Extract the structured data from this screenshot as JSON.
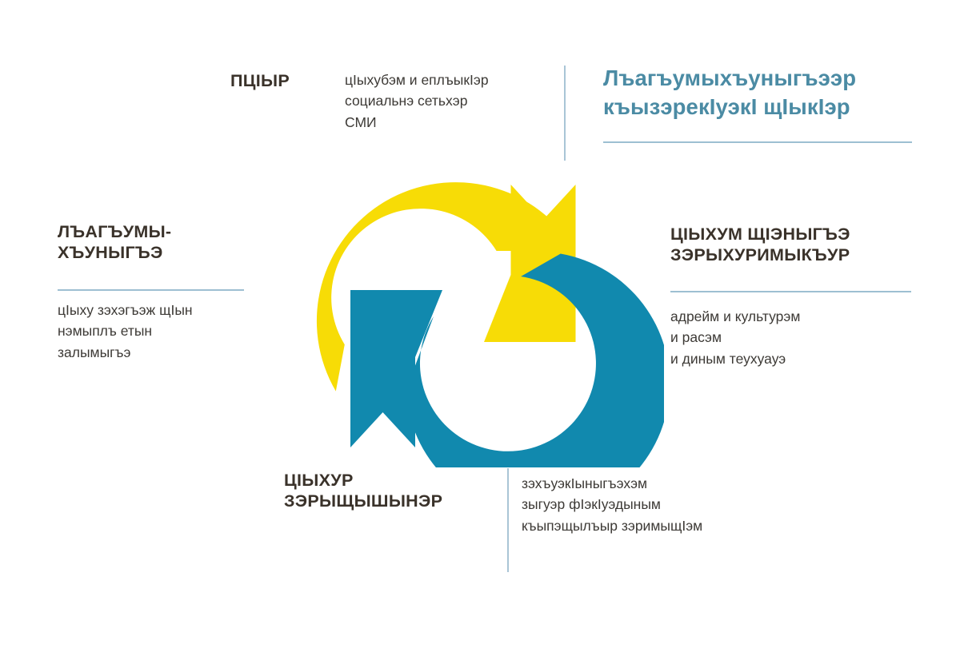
{
  "title": {
    "text": "Лъагъумыхъуныгъээр\nкъызэрекIуэкI щIыкIэр",
    "color": "#4b8ba4"
  },
  "blocks": {
    "top": {
      "heading": "ПЦIЫР",
      "body": "цIыхубэм и еплъыкIэр\nсоциальнэ сетьхэр\nСМИ"
    },
    "left": {
      "heading": "ЛЪАГЪУМЫ-\nХЪУНЫГЪЭ",
      "body": "цIыху зэхэгъэж щIын\nнэмыплъ етын\nзалымыгъэ"
    },
    "right": {
      "heading": "ЦIЫХУМ ЩIЭНЫГЪЭ\nЗЭРЫХУРИМЫКЪУР",
      "body": "адрейм и культурэм\nи расэм\nи диным теухуауэ"
    },
    "bottom": {
      "heading": "ЦIЫХУР\nЗЭРЫЩЫШЫНЭР",
      "body": "зэхъуэкIыныгъэхэм\nзыгуэр фIэкIуэдыным\nкъыпэщылъыр зэримыщIэм"
    }
  },
  "diagram": {
    "type": "cycle",
    "name": "two-arrow-circular-cycle",
    "arrows": [
      {
        "name": "yellow-arrow",
        "color": "#f7dc06",
        "direction": "clockwise",
        "sweep": "from bottom-left up over the top to the right"
      },
      {
        "name": "blue-arrow",
        "color": "#1189ae",
        "direction": "clockwise",
        "sweep": "from upper-right down around the bottom to the center-left"
      }
    ],
    "colors": {
      "yellow": "#f7dc06",
      "blue": "#1189ae",
      "heading_text": "#3a322a",
      "body_text": "#3d3a36",
      "title_text": "#4b8ba4",
      "rule": "#9dbfd2",
      "vertical_rule": "#a9c5d6",
      "background": "#ffffff"
    }
  }
}
